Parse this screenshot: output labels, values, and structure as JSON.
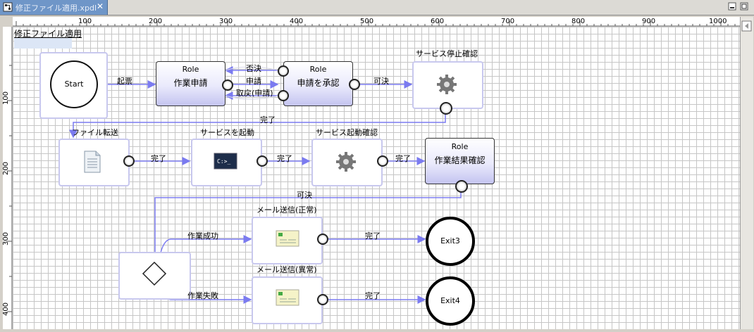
{
  "tab": {
    "title": "修正ファイル適用.xpdl",
    "close": "✕"
  },
  "ruler": {
    "top_ticks": [
      "100",
      "200",
      "300",
      "400",
      "500",
      "600",
      "700",
      "800",
      "900",
      "1000"
    ],
    "left_ticks": [
      "100",
      "200",
      "300",
      "400"
    ]
  },
  "diagram": {
    "pool_title": "修正ファイル適用",
    "start": "Start",
    "role1": {
      "role": "Role",
      "name": "作業申請"
    },
    "role2": {
      "role": "Role",
      "name": "申請を承認"
    },
    "role3": {
      "role": "Role",
      "name": "作業結果確認"
    },
    "task_service_stop_check": "サービス停止確認",
    "task_file_transfer": "ファイル転送",
    "task_service_start": "サービスを起動",
    "task_service_start_check": "サービス起動確認",
    "task_mail_ok": "メール送信(正常)",
    "task_mail_ng": "メール送信(異常)",
    "exit3": "Exit3",
    "exit4": "Exit4",
    "edges": {
      "kihyo": "起票",
      "hiketsu": "否決",
      "shinsei": "申請",
      "torimodoshi": "取戻(申請)",
      "kaketsu1": "可決",
      "kanryo1": "完了",
      "kanryo2": "完了",
      "kanryo3": "完了",
      "kanryo4": "完了",
      "kaketsu2": "可決",
      "sagyo_seiko": "作業成功",
      "sagyo_shippai": "作業失敗",
      "kanryo5": "完了",
      "kanryo6": "完了"
    }
  },
  "colors": {
    "tab": "#6f96c8",
    "edge": "#7b7bf0",
    "role_bottom": "#c4c4f0",
    "frame": "#c8c8ee"
  }
}
